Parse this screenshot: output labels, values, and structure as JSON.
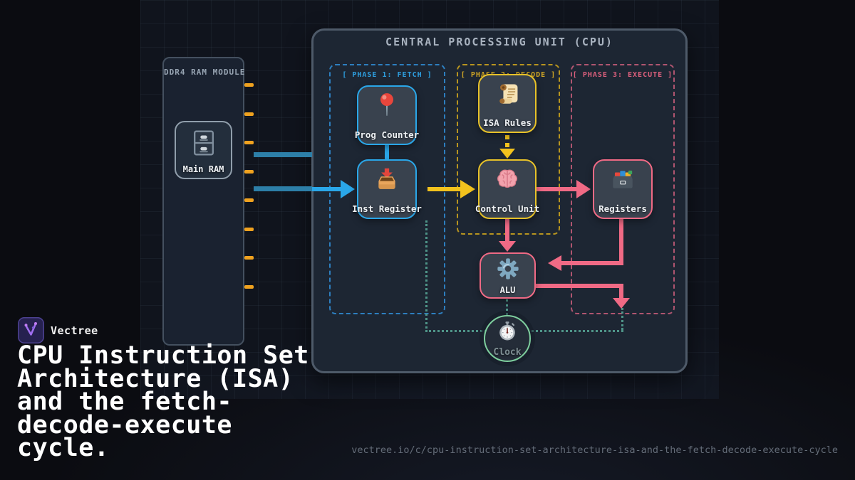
{
  "brand": {
    "name": "Vectree"
  },
  "headline": "CPU Instruction Set\nArchitecture (ISA)\nand the fetch-\ndecode-execute\ncycle.",
  "footer_url": "vectree.io/c/cpu-instruction-set-architecture-isa-and-the-fetch-decode-execute-cycle",
  "ram_module": {
    "title": "DDR4 RAM MODULE",
    "main_ram_label": "Main RAM",
    "pin_count": 8,
    "pin_color": "#f0a21f",
    "bus_color": "#2d7fa8"
  },
  "cpu": {
    "title": "CENTRAL PROCESSING UNIT (CPU)",
    "phases": [
      {
        "label": "[ PHASE 1: FETCH ]",
        "accent": "#2e9fe0"
      },
      {
        "label": "[ PHASE 2: DECODE ]",
        "accent": "#d0a625"
      },
      {
        "label": "[ PHASE 3: EXECUTE ]",
        "accent": "#db5f7c"
      }
    ],
    "nodes": {
      "prog_counter": {
        "label": "Prog Counter",
        "icon": "pushpin-icon",
        "accent": "#2aa7e9"
      },
      "inst_register": {
        "label": "Inst Register",
        "icon": "inbox-tray-icon",
        "accent": "#2aa7e9"
      },
      "isa_rules": {
        "label": "ISA Rules",
        "icon": "scroll-icon",
        "accent": "#e8c229"
      },
      "control_unit": {
        "label": "Control Unit",
        "icon": "brain-icon",
        "accent": "#e8c229"
      },
      "registers": {
        "label": "Registers",
        "icon": "card-file-box-icon",
        "accent": "#f06a85"
      },
      "alu": {
        "label": "ALU",
        "icon": "gear-icon",
        "accent": "#f06a85"
      },
      "clock": {
        "label": "Clock",
        "icon": "stopwatch-icon",
        "accent": "#7ecf9e"
      }
    },
    "flow_colors": {
      "fetch_arrow": "#f2c21d",
      "decode_arrow": "#f06a85",
      "bus_arrow": "#2aa7e9",
      "clock_signal": "#4e9488"
    }
  }
}
